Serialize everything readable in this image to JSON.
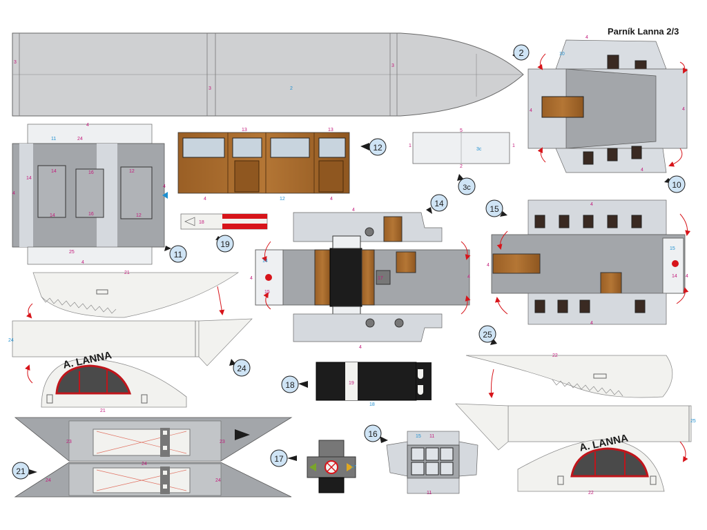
{
  "title": "Parník Lanna 2/3",
  "colors": {
    "hull_grey": "#cfd0d2",
    "steel_grey": "#a3a6aa",
    "pale_grey": "#d9dde2",
    "wood": "#a86a2c",
    "dark": "#1c1c1c",
    "white": "#f2f2ef",
    "callout": "#cfe4f5",
    "magenta": "#c2187a",
    "cyan": "#1e8fd0",
    "red": "#d7141a"
  },
  "callouts": {
    "c2": "2",
    "c3c": "3c",
    "c10": "10",
    "c11": "11",
    "c12": "12",
    "c14": "14",
    "c15": "15",
    "c16": "16",
    "c17": "17",
    "c18": "18",
    "c19": "19",
    "c21": "21",
    "c24": "24",
    "c25": "25"
  },
  "labels": {
    "hull_3a": "3",
    "hull_3b": "3",
    "hull_3c": "3",
    "hull_2": "2",
    "p10_4a": "4",
    "p10_10": "10",
    "p10_4b": "4",
    "p10_4c": "4",
    "p10_4d": "4",
    "p11_4a": "4",
    "p11_11": "11",
    "p11_24": "24",
    "p11_14a": "14",
    "p11_14b": "14",
    "p11_14c": "14",
    "p11_16a": "16",
    "p11_16b": "16",
    "p11_12a": "12",
    "p11_12b": "12",
    "p11_4b": "4",
    "p11_4c": "4",
    "p11_25": "25",
    "p11_4d": "4",
    "p12_13a": "13",
    "p12_13b": "13",
    "p12_4a": "4",
    "p12_12": "12",
    "p12_4b": "4",
    "p3c_5": "5",
    "p3c_1a": "1",
    "p3c_3c": "3c",
    "p3c_1b": "1",
    "p3c_2": "2",
    "p19_18": "18",
    "p14_4a": "4",
    "p14_14": "14",
    "p14_4b": "4",
    "p14_15": "15",
    "p14_17": "17",
    "p14_4c": "4",
    "p14_4d": "4",
    "p15_4a": "4",
    "p15_4b": "4",
    "p15_15": "15",
    "p15_14": "14",
    "p15_4c": "4",
    "p15_4d": "4",
    "p24_21": "21",
    "p24_24": "24",
    "p24_21b": "21",
    "lanna_a": "A. LANNA",
    "p18_19": "19",
    "p18_18": "18",
    "p21_23a": "23",
    "p21_23b": "23",
    "p21_24a": "24",
    "p21_24b": "24",
    "p21_24c": "24",
    "p17_17": "17",
    "p16_15": "15",
    "p16_11a": "11",
    "p16_11b": "11",
    "p25_22": "22",
    "p25_25": "25",
    "p25_22b": "22",
    "lanna_b": "A. LANNA"
  }
}
